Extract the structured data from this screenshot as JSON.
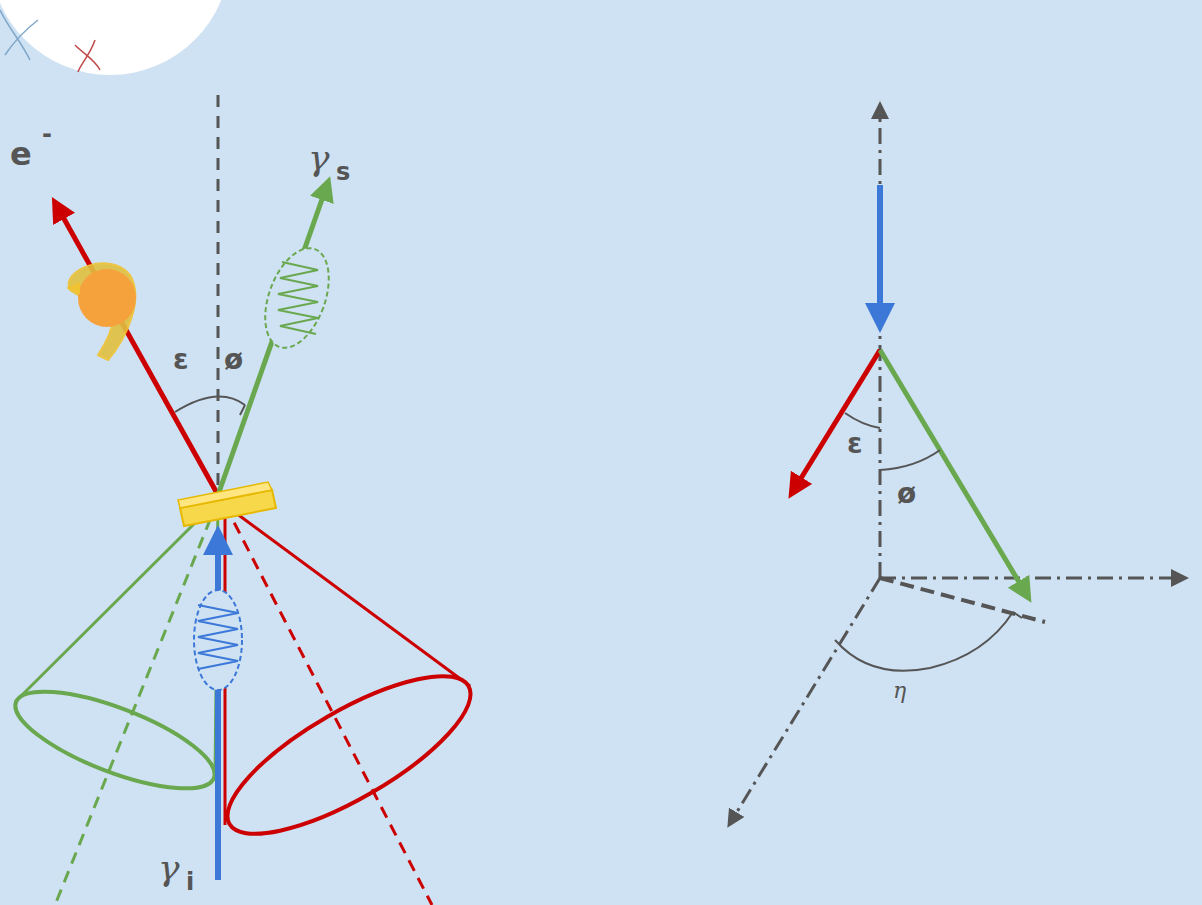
{
  "diagram": {
    "labels": [
      "e",
      "-",
      "γ",
      "s",
      "ε",
      "ø",
      "γ",
      "i",
      "ε",
      "ø",
      "η"
    ]
  }
}
